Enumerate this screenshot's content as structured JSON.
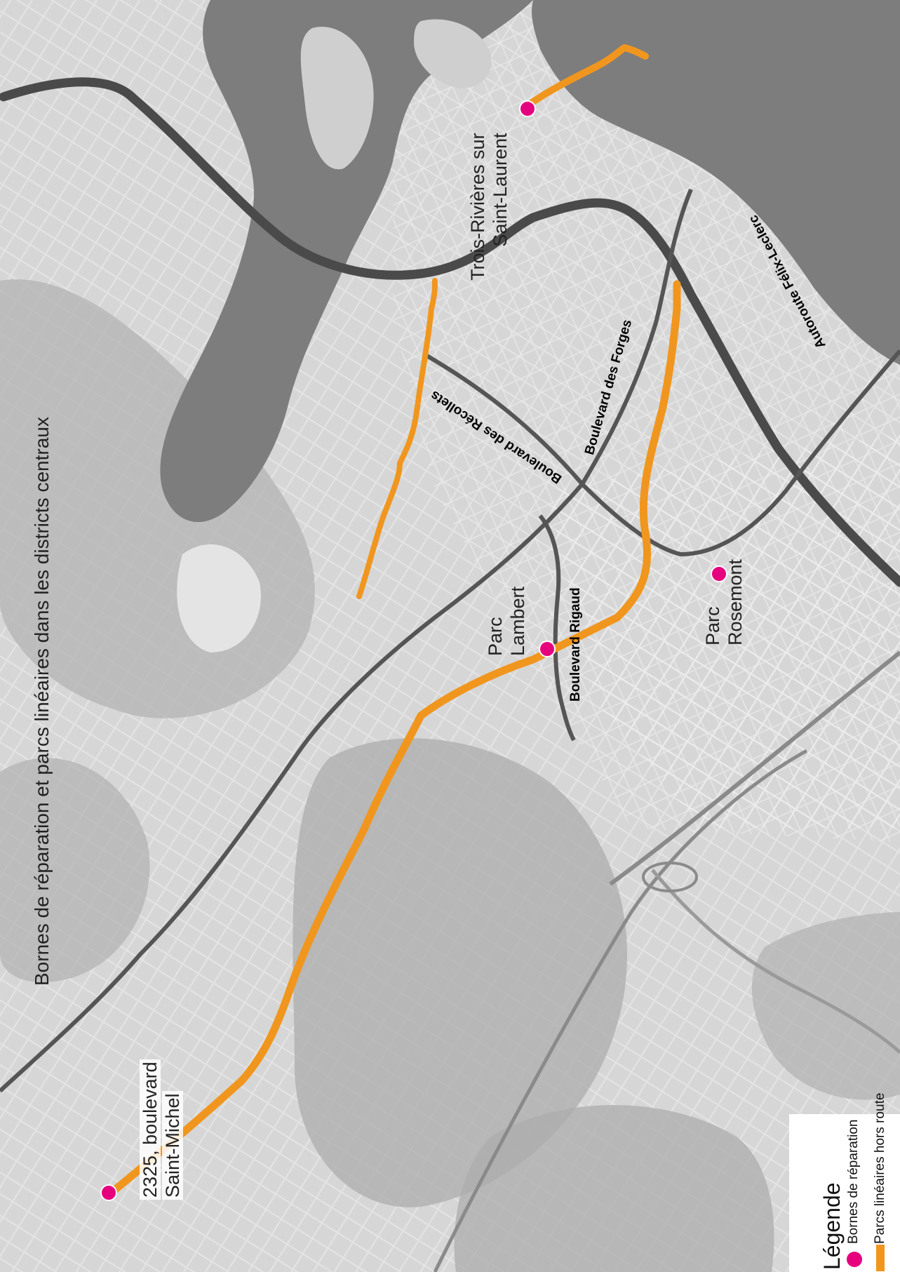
{
  "title": "Bornes de réparation et parcs linéaires dans les districts centraux",
  "legend": {
    "title": "Légende",
    "items": [
      {
        "label": "Bornes de réparation",
        "symbol": "dot",
        "color": "#e6007e"
      },
      {
        "label": "Parcs linéaires hors route",
        "symbol": "bar",
        "color": "#f0961e"
      }
    ]
  },
  "places": {
    "trois_rivieres_line1": "Trois-Rivières sur",
    "trois_rivieres_line2": "Saint-Laurent",
    "parc_lambert_line1": "Parc",
    "parc_lambert_line2": "Lambert",
    "parc_rosemont_line1": "Parc",
    "parc_rosemont_line2": "Rosemont",
    "saint_michel_line1": "2325, boulevard",
    "saint_michel_line2": "Saint-Michel"
  },
  "roads": {
    "boulevard_des_forges": "Boulevard des Forges",
    "boulevard_des_recollets": "Boulevard des Récollets",
    "boulevard_rigaud": "Boulevard Rigaud",
    "autoroute_felix_leclerc": "Autoroute Félix-Leclerc"
  },
  "colors": {
    "background": "#d9d9d9",
    "water": "#7d7d7d",
    "forest": "#a9a9a9",
    "major_road": "#555555",
    "highway": "#4a4a4a",
    "marker": "#e6007e",
    "linear_park": "#f0961e"
  }
}
